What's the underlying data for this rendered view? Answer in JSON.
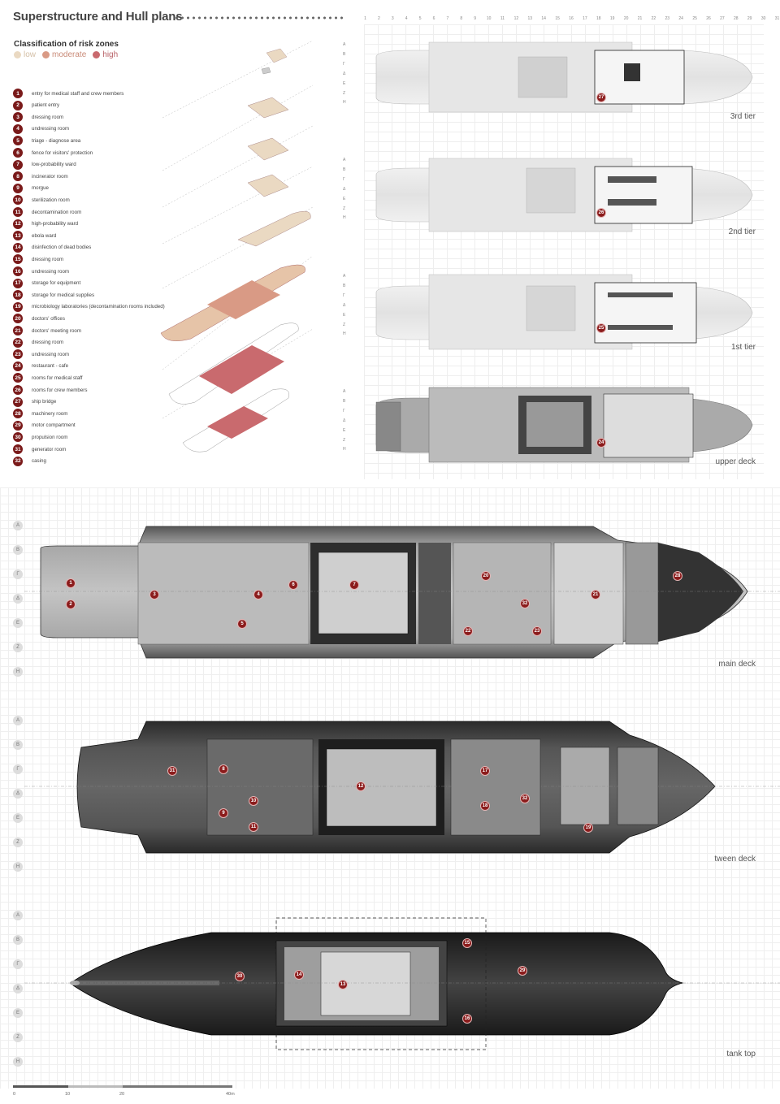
{
  "header": {
    "title": "Superstructure and Hull plans"
  },
  "legend": {
    "title": "Classification of risk zones",
    "risks": [
      {
        "label": "low",
        "color": "#ead9c2"
      },
      {
        "label": "moderate",
        "color": "#d99a85"
      },
      {
        "label": "high",
        "color": "#c96a6e"
      }
    ],
    "items": [
      {
        "num": "1",
        "label": "entry for medical staff and crew members"
      },
      {
        "num": "2",
        "label": "patient entry"
      },
      {
        "num": "3",
        "label": "dressing room"
      },
      {
        "num": "4",
        "label": "undressing room"
      },
      {
        "num": "5",
        "label": "triage - diagnose area"
      },
      {
        "num": "6",
        "label": "fence for visitors' protection"
      },
      {
        "num": "7",
        "label": "low-probability ward"
      },
      {
        "num": "8",
        "label": "incinerator room"
      },
      {
        "num": "9",
        "label": "morgue"
      },
      {
        "num": "10",
        "label": "sterilization room"
      },
      {
        "num": "11",
        "label": "decontamination room"
      },
      {
        "num": "12",
        "label": "high-probability ward"
      },
      {
        "num": "13",
        "label": "ebola ward"
      },
      {
        "num": "14",
        "label": "disinfection of dead bodies"
      },
      {
        "num": "15",
        "label": "dressing room"
      },
      {
        "num": "16",
        "label": "undressing room"
      },
      {
        "num": "17",
        "label": "storage for equipment"
      },
      {
        "num": "18",
        "label": "storage for medical supplies"
      },
      {
        "num": "19",
        "label": "microbiology laboratories (decontamination rooms included)"
      },
      {
        "num": "20",
        "label": "doctors' offices"
      },
      {
        "num": "21",
        "label": "doctors' meeting room"
      },
      {
        "num": "22",
        "label": "dressing room"
      },
      {
        "num": "23",
        "label": "undressing room"
      },
      {
        "num": "24",
        "label": "restaurant - cafe"
      },
      {
        "num": "25",
        "label": "rooms for medical staff"
      },
      {
        "num": "26",
        "label": "rooms for crew members"
      },
      {
        "num": "27",
        "label": "ship bridge"
      },
      {
        "num": "28",
        "label": "machinery room"
      },
      {
        "num": "29",
        "label": "motor compartment"
      },
      {
        "num": "30",
        "label": "propulsion room"
      },
      {
        "num": "31",
        "label": "generator room"
      },
      {
        "num": "32",
        "label": "casing"
      }
    ]
  },
  "grid": {
    "columns": [
      "1",
      "2",
      "3",
      "4",
      "5",
      "6",
      "7",
      "8",
      "9",
      "10",
      "11",
      "12",
      "13",
      "14",
      "15",
      "16",
      "17",
      "18",
      "19",
      "20",
      "21",
      "22",
      "23",
      "24",
      "25",
      "26",
      "27",
      "28",
      "29",
      "30",
      "31"
    ],
    "rows": [
      "A",
      "B",
      "Γ",
      "Δ",
      "E",
      "Z",
      "H"
    ]
  },
  "plans": {
    "tier3": {
      "label": "3rd tier",
      "pin": "27"
    },
    "tier2": {
      "label": "2nd tier",
      "pin": "26"
    },
    "tier1": {
      "label": "1st tier",
      "pin": "25"
    },
    "upper": {
      "label": "upper deck",
      "pin": "24"
    },
    "main": {
      "label": "main deck"
    },
    "tween": {
      "label": "tween deck"
    },
    "tank": {
      "label": "tank top"
    }
  },
  "scale": {
    "ticks": [
      "0",
      "10",
      "20",
      "40m"
    ]
  }
}
